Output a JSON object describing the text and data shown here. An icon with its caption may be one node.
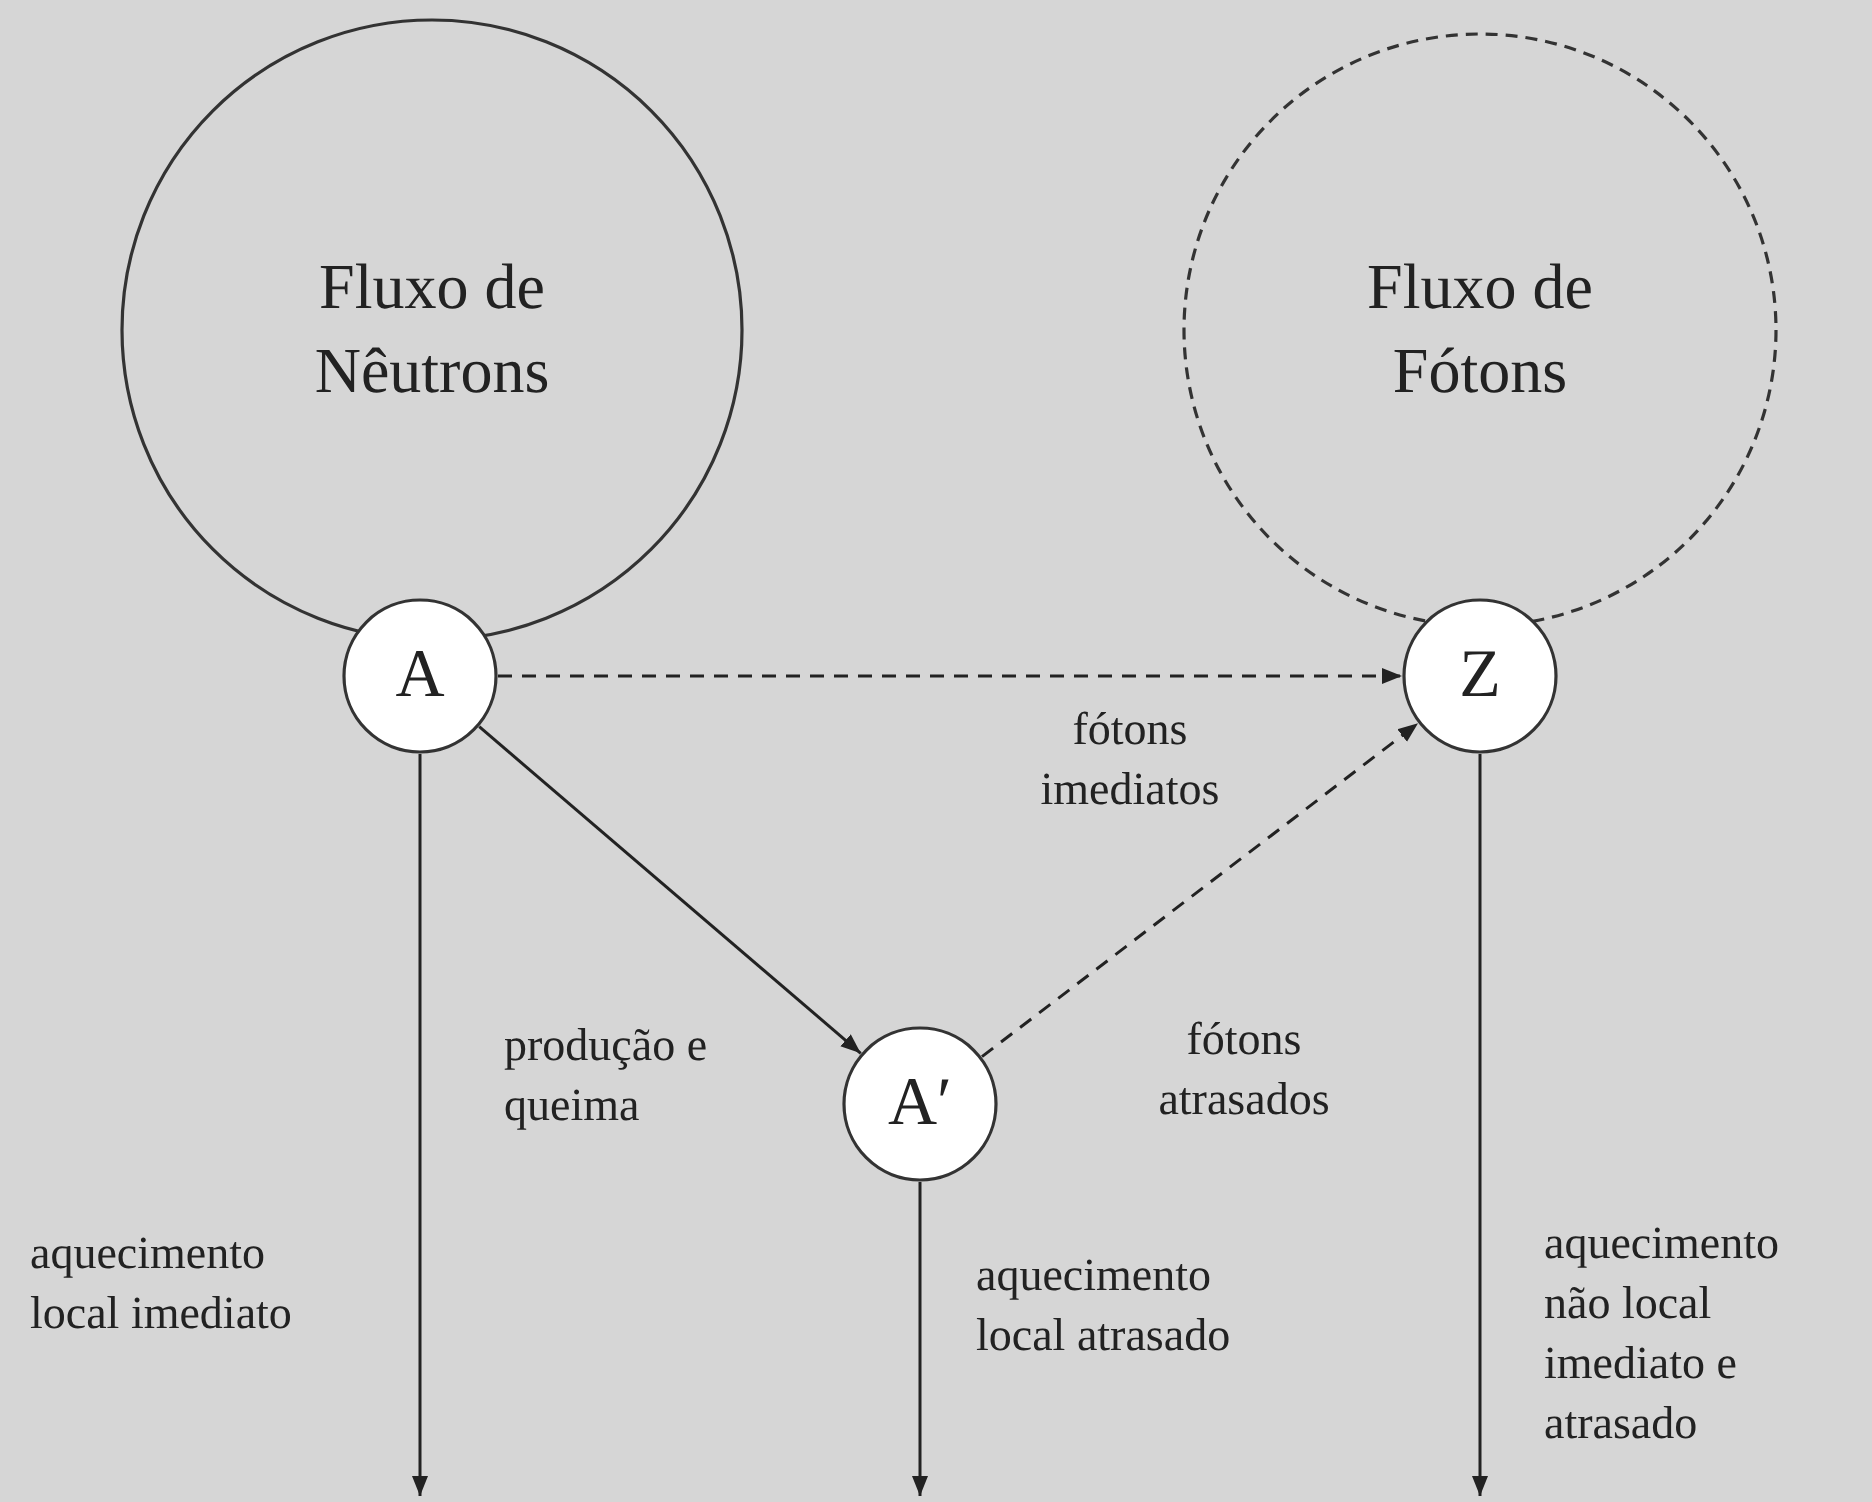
{
  "diagram": {
    "nodes": [
      {
        "text": [
          "Fluxo de Nêutrons"
        ]
      },
      {
        "text": [
          "Fluxo de Fótons"
        ]
      },
      {
        "text": [
          "A"
        ]
      },
      {
        "text": [
          "Z"
        ]
      },
      {
        "text": [
          "A′"
        ]
      }
    ],
    "edges": [
      {
        "from": 2,
        "to": 3,
        "arrow": "to",
        "style": "dashed",
        "label": "fótons imediatos"
      },
      {
        "from": 2,
        "to": 4,
        "arrow": "to",
        "label": "produção e queima"
      },
      {
        "from": 4,
        "to": 3,
        "arrow": "to",
        "style": "dashed",
        "label": "fótons atrasados"
      },
      {
        "from": 2,
        "to": null,
        "arrow": "to",
        "label": "aquecimento local imediato"
      },
      {
        "from": 4,
        "to": null,
        "arrow": "to",
        "label": "aquecimento local atrasado"
      },
      {
        "from": 3,
        "to": null,
        "arrow": "to",
        "label": "aquecimento não local imediato e atrasado"
      }
    ]
  }
}
